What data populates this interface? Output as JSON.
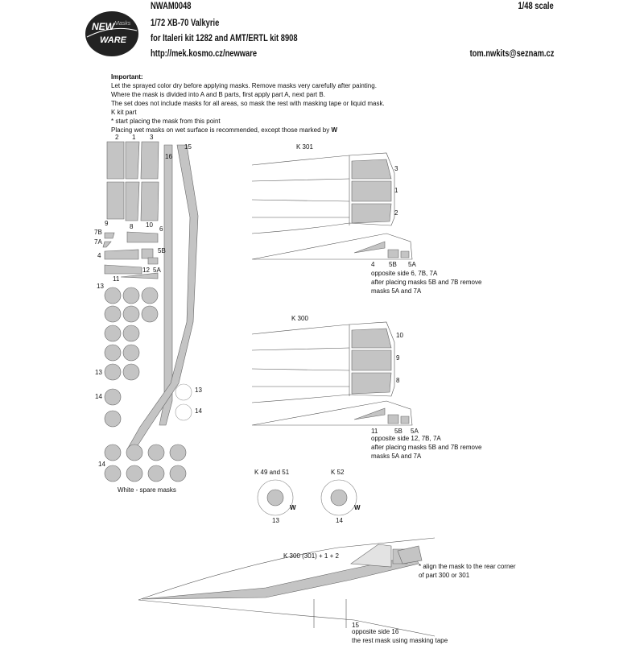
{
  "header": {
    "code": "NWAM0048",
    "scale": "1/48 scale",
    "title": "1/72 XB-70 Valkyrie",
    "subtitle": "for Italeri kit 1282 and AMT/ERTL kit 8908",
    "url": "http://mek.kosmo.cz/newware",
    "email": "tom.nwkits@seznam.cz",
    "logo": {
      "line1": "NEW",
      "line2": "WARE",
      "small": "Masks"
    }
  },
  "instructions": {
    "heading": "Important:",
    "lines": [
      "Let the sprayed color dry before applying masks. Remove masks very carefully after painting.",
      "Where the mask is divided into A and B parts, first apply part A, next part B.",
      "The set does not include masks for all areas, so mask the rest with masking tape or liquid mask.",
      "K kit part",
      "*  start placing the mask from this point",
      "Placing wet masks on wet surface is recommended, except those marked by"
    ],
    "w_mark": "W"
  },
  "sheet": {
    "labels": {
      "n2": "2",
      "n1": "1",
      "n3": "3",
      "n16": "16",
      "n15": "15",
      "n9": "9",
      "n8": "8",
      "n10": "10",
      "n6": "6",
      "n7b": "7B",
      "n7a": "7A",
      "n5b": "5B",
      "n4": "4",
      "n12": "12",
      "n5a": "5A",
      "n11": "11",
      "n13a": "13",
      "n13b": "13",
      "n13c": "13",
      "n14a": "14",
      "n14b": "14",
      "n14c": "14"
    },
    "spare_caption": "White - spare masks"
  },
  "diagram_k301": {
    "title": "K 301",
    "windows": [
      "3",
      "1",
      "2"
    ],
    "side_labels": [
      "4",
      "5B",
      "5A"
    ],
    "notes": [
      "opposite side 6, 7B, 7A",
      "after placing masks 5B and 7B remove",
      "masks 5A and 7A"
    ]
  },
  "diagram_k300": {
    "title": "K 300",
    "windows": [
      "10",
      "9",
      "8"
    ],
    "side_labels": [
      "11",
      "5B",
      "5A"
    ],
    "notes": [
      "opposite side 12, 7B, 7A",
      "after placing masks 5B and 7B remove",
      "masks 5A and 7A"
    ]
  },
  "wheels": [
    {
      "title": "K 49 and 51",
      "part": "13",
      "mark": "W"
    },
    {
      "title": "K 52",
      "part": "14",
      "mark": "W"
    }
  ],
  "assembly": {
    "title": "K 300 (301) + 1 + 2",
    "align_note": [
      "* align the mask to the rear corner",
      "of part 300 or 301"
    ],
    "part_number": "15",
    "bottom_notes": [
      "opposite side 16",
      "the rest mask using masking tape"
    ]
  }
}
